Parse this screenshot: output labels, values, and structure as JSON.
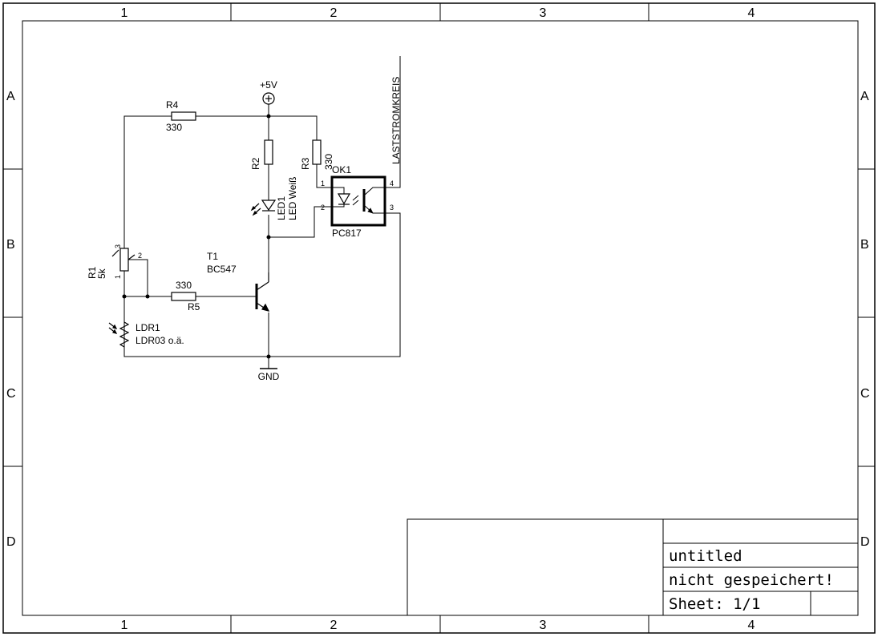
{
  "frame": {
    "columns": [
      "1",
      "2",
      "3",
      "4"
    ],
    "rows": [
      "A",
      "B",
      "C",
      "D"
    ]
  },
  "title_block": {
    "title": "untitled",
    "status": "nicht gespeichert!",
    "sheet": "Sheet: 1/1"
  },
  "schematic": {
    "supply": "+5V",
    "ground": "GND",
    "net_label": "LASTSTROMKREIS",
    "r4": {
      "name": "R4",
      "value": "330"
    },
    "r5": {
      "name": "R5",
      "value": "330"
    },
    "r2": {
      "name": "R2"
    },
    "r3": {
      "name": "R3",
      "value": "330"
    },
    "r1": {
      "name": "R1",
      "value": "5k",
      "pin1": "1",
      "pin2": "2",
      "pin3": "3"
    },
    "led1": {
      "name": "LED1",
      "value": "LED Weiß"
    },
    "t1": {
      "name": "T1",
      "value": "BC547"
    },
    "ldr1": {
      "name": "LDR1",
      "value": "LDR03 o.ä."
    },
    "ok1": {
      "name": "OK1",
      "value": "PC817",
      "pin1": "1",
      "pin2": "2",
      "pin3": "3",
      "pin4": "4"
    }
  }
}
